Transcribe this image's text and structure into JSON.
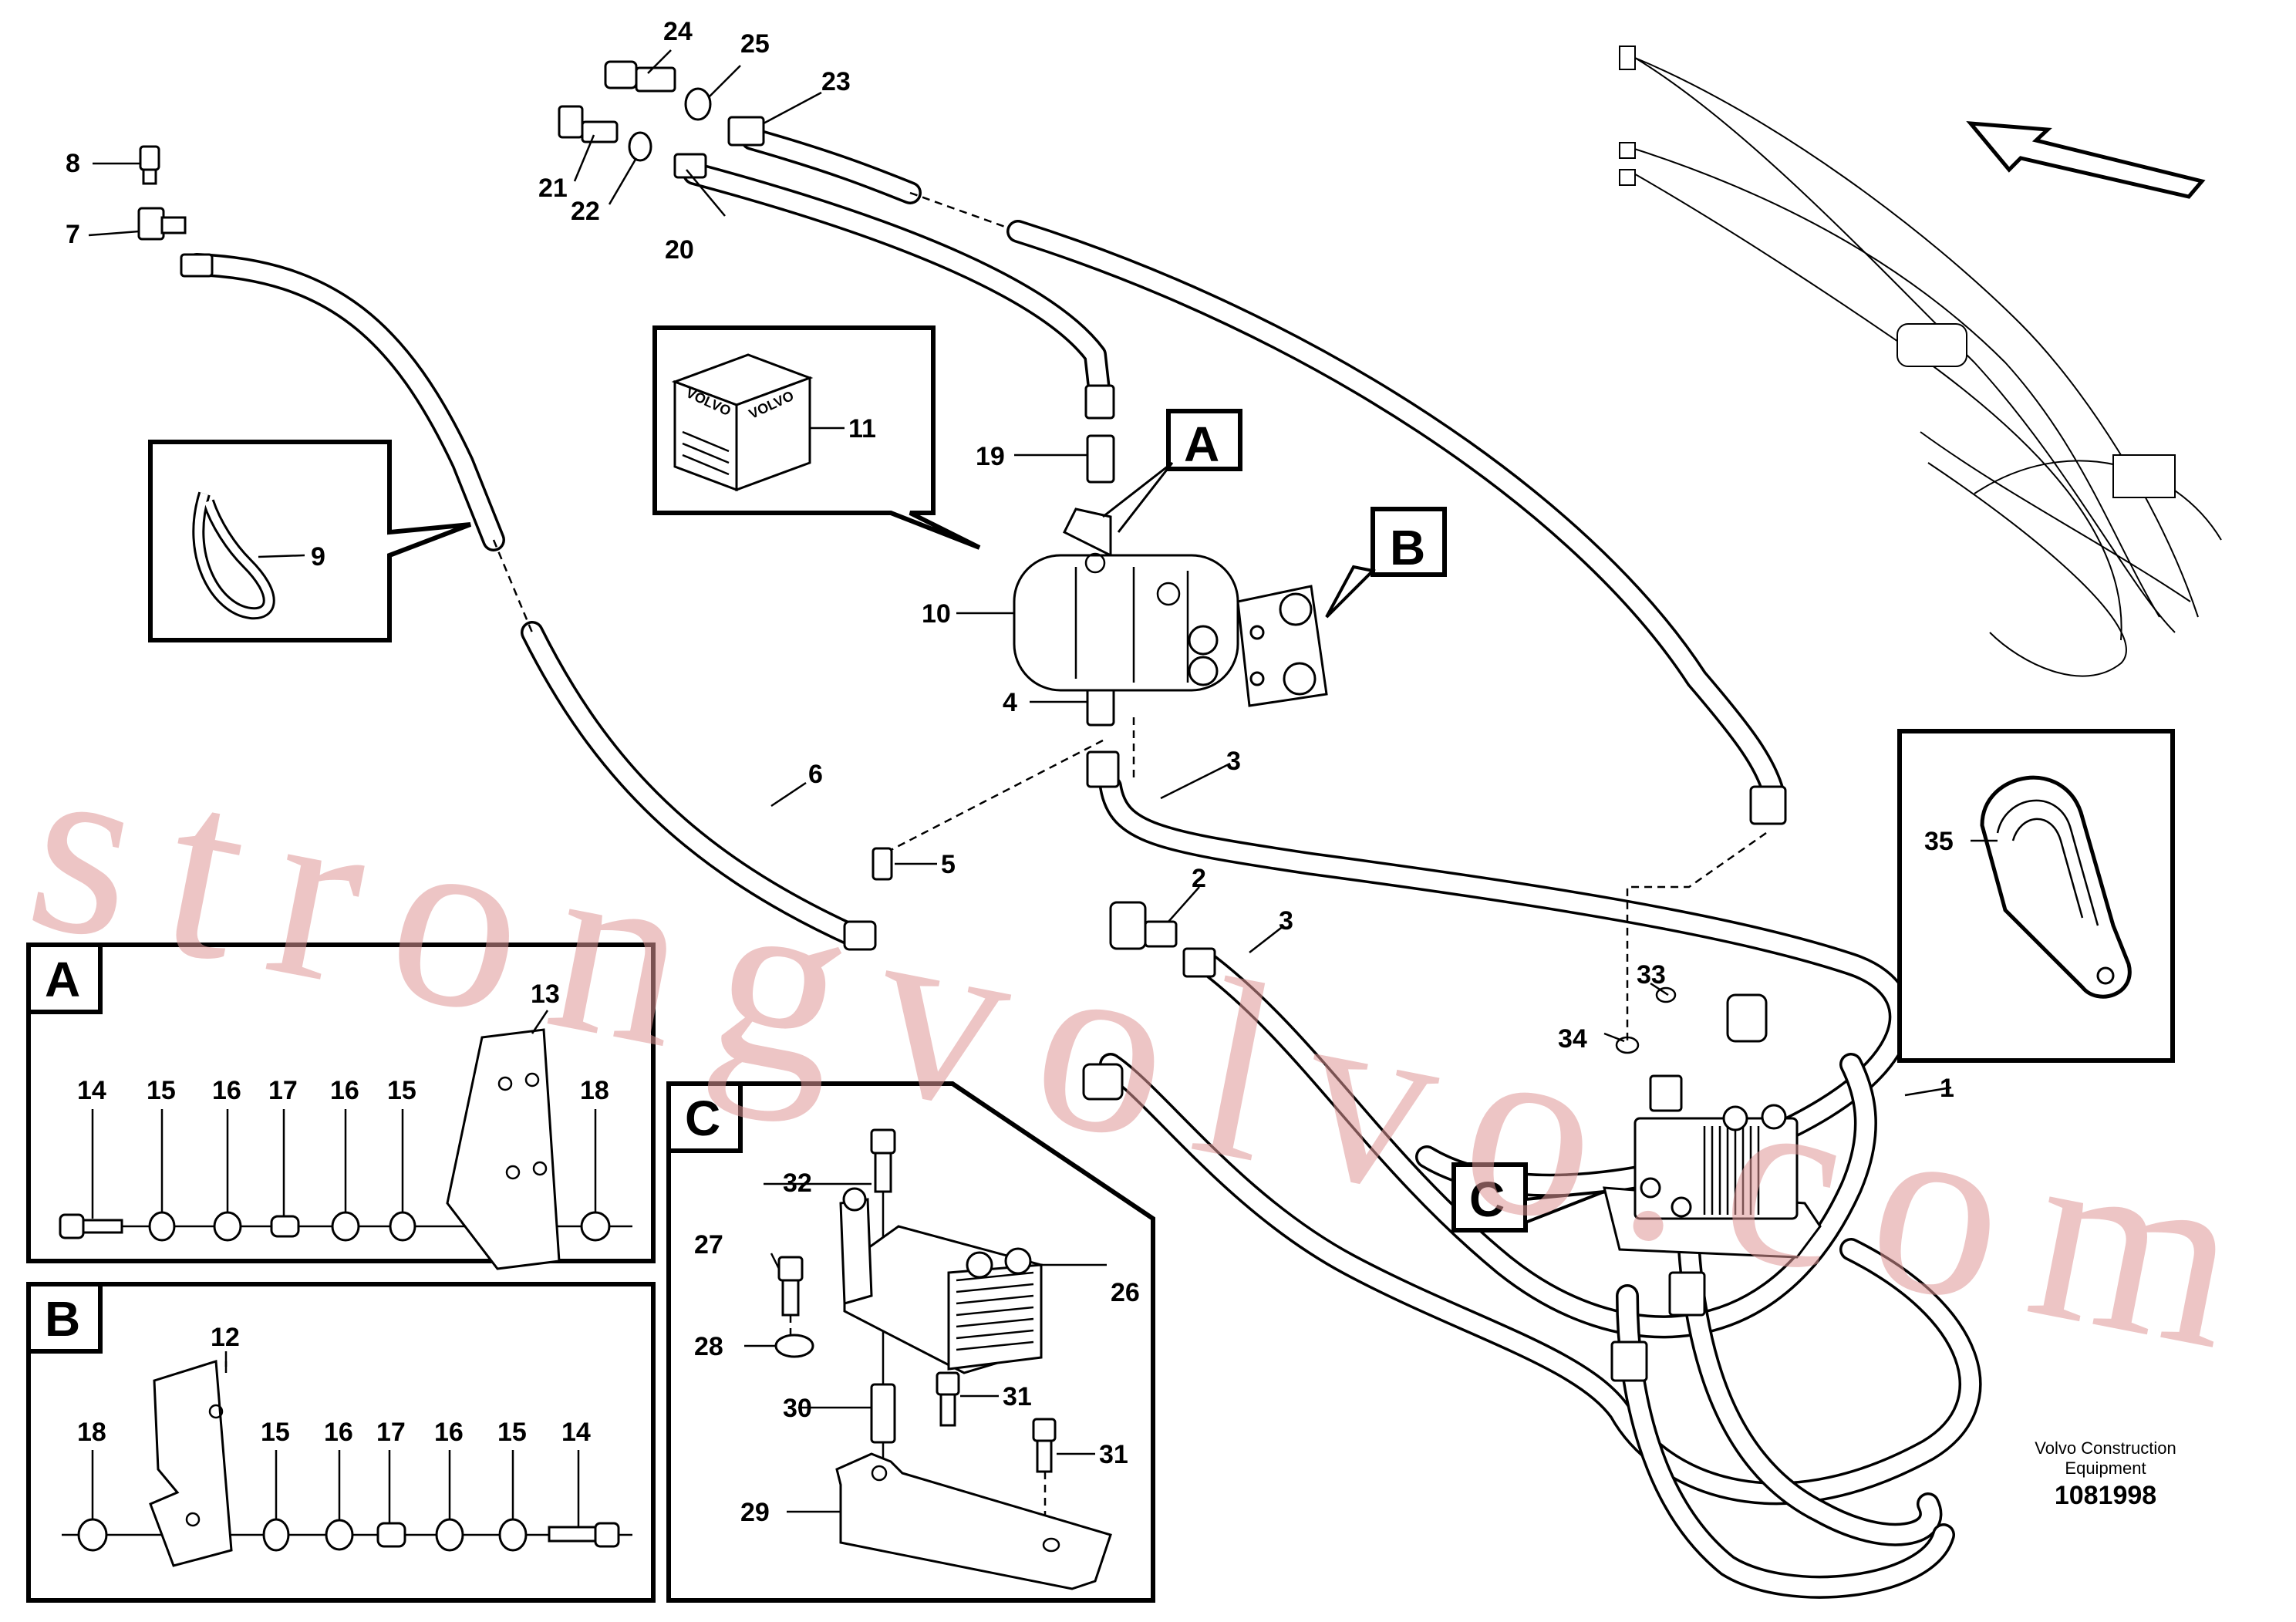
{
  "callouts": {
    "A": "A",
    "B": "B",
    "C": "C"
  },
  "parts": {
    "p1": "1",
    "p2": "2",
    "p3a": "3",
    "p3b": "3",
    "p4": "4",
    "p5": "5",
    "p6": "6",
    "p7": "7",
    "p8": "8",
    "p9": "9",
    "p10": "10",
    "p11": "11",
    "p19": "19",
    "p20": "20",
    "p21": "21",
    "p22": "22",
    "p23": "23",
    "p24": "24",
    "p25": "25",
    "p33": "33",
    "p34": "34",
    "p35": "35"
  },
  "detail_a": {
    "labels": [
      "14",
      "15",
      "16",
      "17",
      "16",
      "15",
      "13",
      "18"
    ]
  },
  "detail_b": {
    "labels": [
      "12",
      "18",
      "15",
      "16",
      "17",
      "16",
      "15",
      "14"
    ]
  },
  "detail_c": {
    "labels": [
      "32",
      "27",
      "26",
      "28",
      "30",
      "31",
      "31",
      "29"
    ]
  },
  "kit_box_text": [
    "VOLVO",
    "VOLVO"
  ],
  "watermark": "strongvolvo.com",
  "footer": {
    "line1": "Volvo Construction",
    "line2": "Equipment",
    "number": "1081998"
  },
  "colors": {
    "watermark": "#de9696",
    "line": "#000000",
    "background": "#ffffff"
  }
}
